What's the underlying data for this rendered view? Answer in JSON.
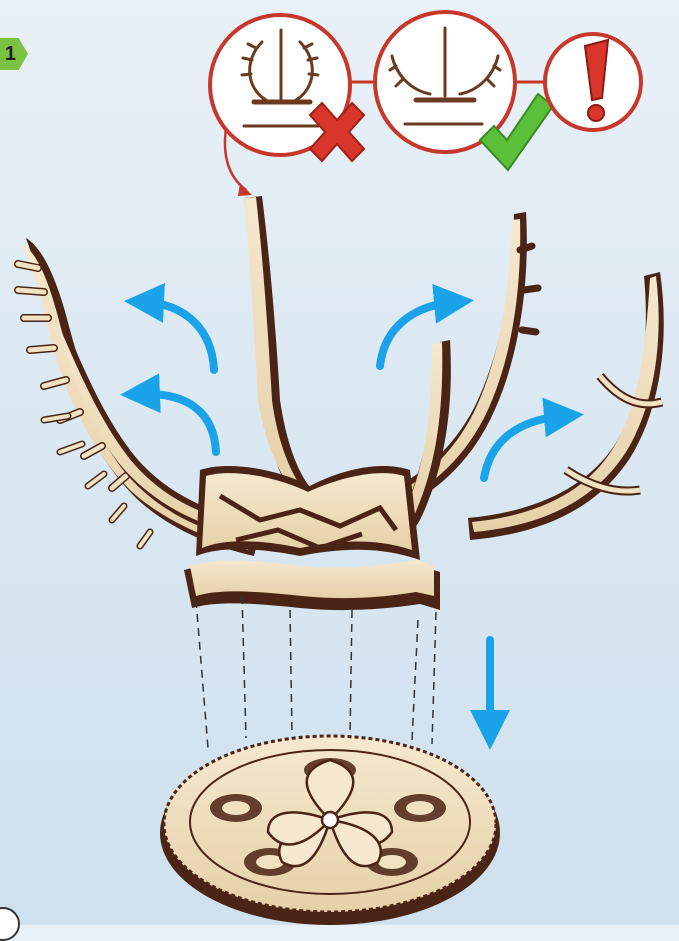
{
  "step": {
    "number": "1"
  },
  "hints": {
    "wrong_icon": "cross-mark",
    "correct_icon": "check-mark",
    "warning_icon": "exclamation-mark"
  },
  "colors": {
    "background": "#dbe8f2",
    "wood_light": "#f2e2c4",
    "wood_dark": "#4a2414",
    "arrow_blue": "#1aa3e8",
    "warning_red": "#d8362a",
    "check_green": "#5cbf3a",
    "step_badge_green": "#7cc242"
  }
}
